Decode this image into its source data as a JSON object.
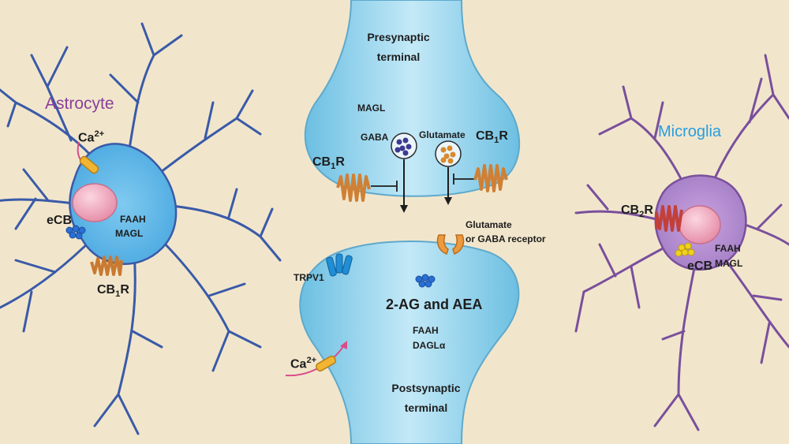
{
  "labels": {
    "astrocyte": "Astrocyte",
    "microglia": "Microglia",
    "presynaptic_1": "Presynaptic",
    "presynaptic_2": "terminal",
    "postsynaptic_1": "Postsynaptic",
    "postsynaptic_2": "terminal",
    "magl_pre": "MAGL",
    "gaba": "GABA",
    "glutamate": "Glutamate",
    "cb1r_pre_left_main": "CB",
    "cb1r_pre_left_sub": "1",
    "cb1r_pre_left_end": "R",
    "cb1r_pre_right_main": "CB",
    "cb1r_pre_right_sub": "1",
    "cb1r_pre_right_end": "R",
    "receptor_1": "Glutamate",
    "receptor_2": "or GABA receptor",
    "trpv1": "TRPV1",
    "two_ag": "2-AG and AEA",
    "faah_post": "FAAH",
    "dagl_post": "DAGLα",
    "ca_post_main": "Ca",
    "ca_post_sup": "2+",
    "ca_astro_main": "Ca",
    "ca_astro_sup": "2+",
    "ecb_astro": "eCB",
    "faah_astro": "FAAH",
    "magl_astro": "MAGL",
    "cb1r_astro_main": "CB",
    "cb1r_astro_sub": "1",
    "cb1r_astro_end": "R",
    "cb2r_micro_main": "CB",
    "cb2r_micro_sub": "2",
    "cb2r_micro_end": "R",
    "ecb_micro": "eCB",
    "faah_micro": "FAAH",
    "magl_micro": "MAGL"
  },
  "colors": {
    "background": "#f1e6cc",
    "synapse_fill": "#8fd0ea",
    "astrocyte_fill": "#5cb5e6",
    "microglia_fill": "#b58ad0",
    "nucleus": "#f0a9bd",
    "receptor_orange": "#e0944a",
    "cb2_red": "#c2403a",
    "trpv1_blue": "#1f8ed6",
    "ecb_blue": "#2a6fd4",
    "ecb_yellow": "#f0d21e",
    "astrocyte_title": "#8a3f9a",
    "microglia_title": "#2a9de0"
  }
}
